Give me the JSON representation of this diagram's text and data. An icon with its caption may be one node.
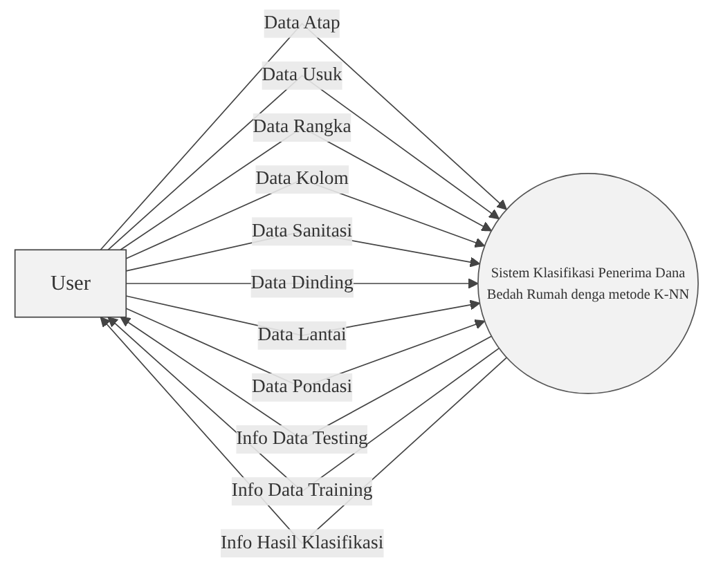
{
  "diagram": {
    "nodes": [
      {
        "text": [
          "User"
        ]
      },
      {
        "text": [
          "Sistem Klasifikasi Penerima Dana Bedah Rumah denga metode K-NN"
        ]
      }
    ],
    "edges": [
      {
        "from": 0,
        "to": 1,
        "arrow": "to",
        "label": "Data Atap"
      },
      {
        "from": 0,
        "to": 1,
        "arrow": "to",
        "label": "Data Usuk"
      },
      {
        "from": 0,
        "to": 1,
        "arrow": "to",
        "label": "Data Rangka"
      },
      {
        "from": 0,
        "to": 1,
        "arrow": "to",
        "label": "Data Kolom"
      },
      {
        "from": 0,
        "to": 1,
        "arrow": "to",
        "label": "Data Sanitasi"
      },
      {
        "from": 0,
        "to": 1,
        "arrow": "to",
        "label": "Data Dinding"
      },
      {
        "from": 0,
        "to": 1,
        "arrow": "to",
        "label": "Data Lantai"
      },
      {
        "from": 0,
        "to": 1,
        "arrow": "to",
        "label": "Data Pondasi"
      },
      {
        "from": 1,
        "to": 0,
        "arrow": "to",
        "label": "Info Data Testing"
      },
      {
        "from": 1,
        "to": 0,
        "arrow": "to",
        "label": "Info Data Training"
      },
      {
        "from": 1,
        "to": 0,
        "arrow": "to",
        "label": "Info Hasil Klasifikasi"
      }
    ]
  }
}
